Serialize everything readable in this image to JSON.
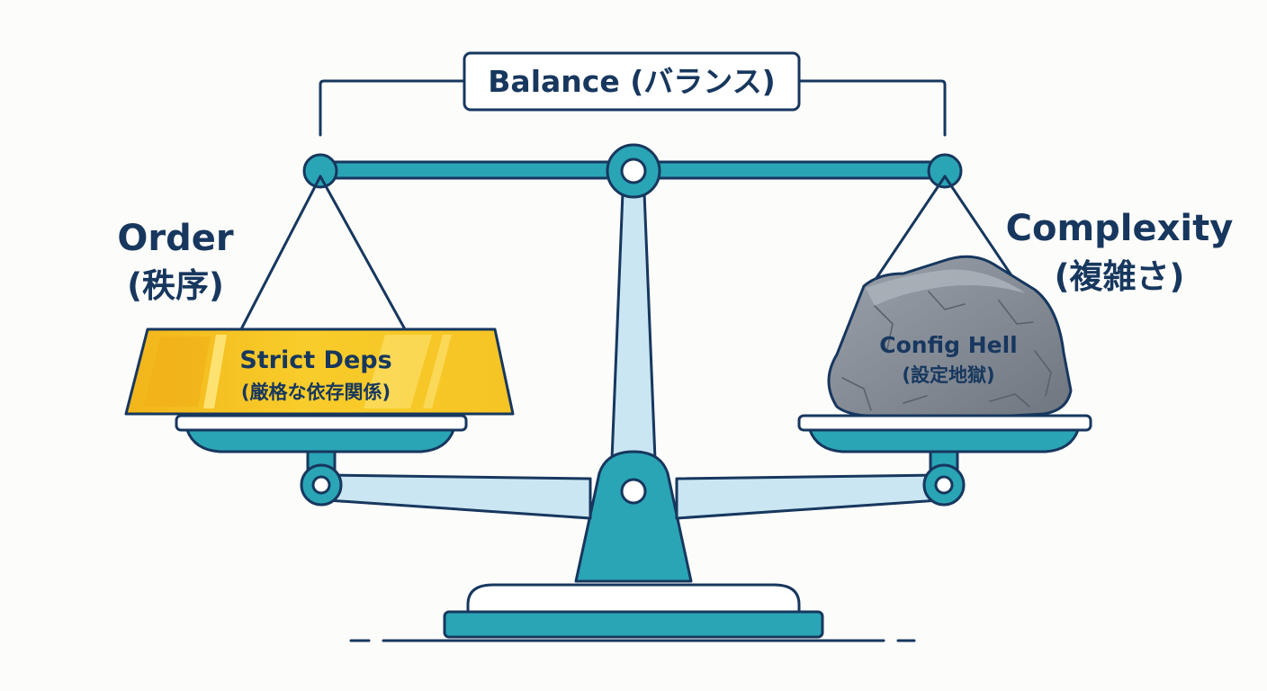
{
  "balance": {
    "label": "Balance (バランス)"
  },
  "order": {
    "title": "Order",
    "subtitle": "(秩序)",
    "item_title": "Strict Deps",
    "item_subtitle": "(厳格な依存関係)"
  },
  "complexity": {
    "title": "Complexity",
    "subtitle": "(複雑さ)",
    "item_title": "Config Hell",
    "item_subtitle": "(設定地獄)"
  },
  "colors": {
    "navy": "#17375e",
    "teal": "#2aa5b5",
    "light_blue": "#c9e6f2",
    "gold": "#f6c21d",
    "stone": "#8a9099"
  }
}
